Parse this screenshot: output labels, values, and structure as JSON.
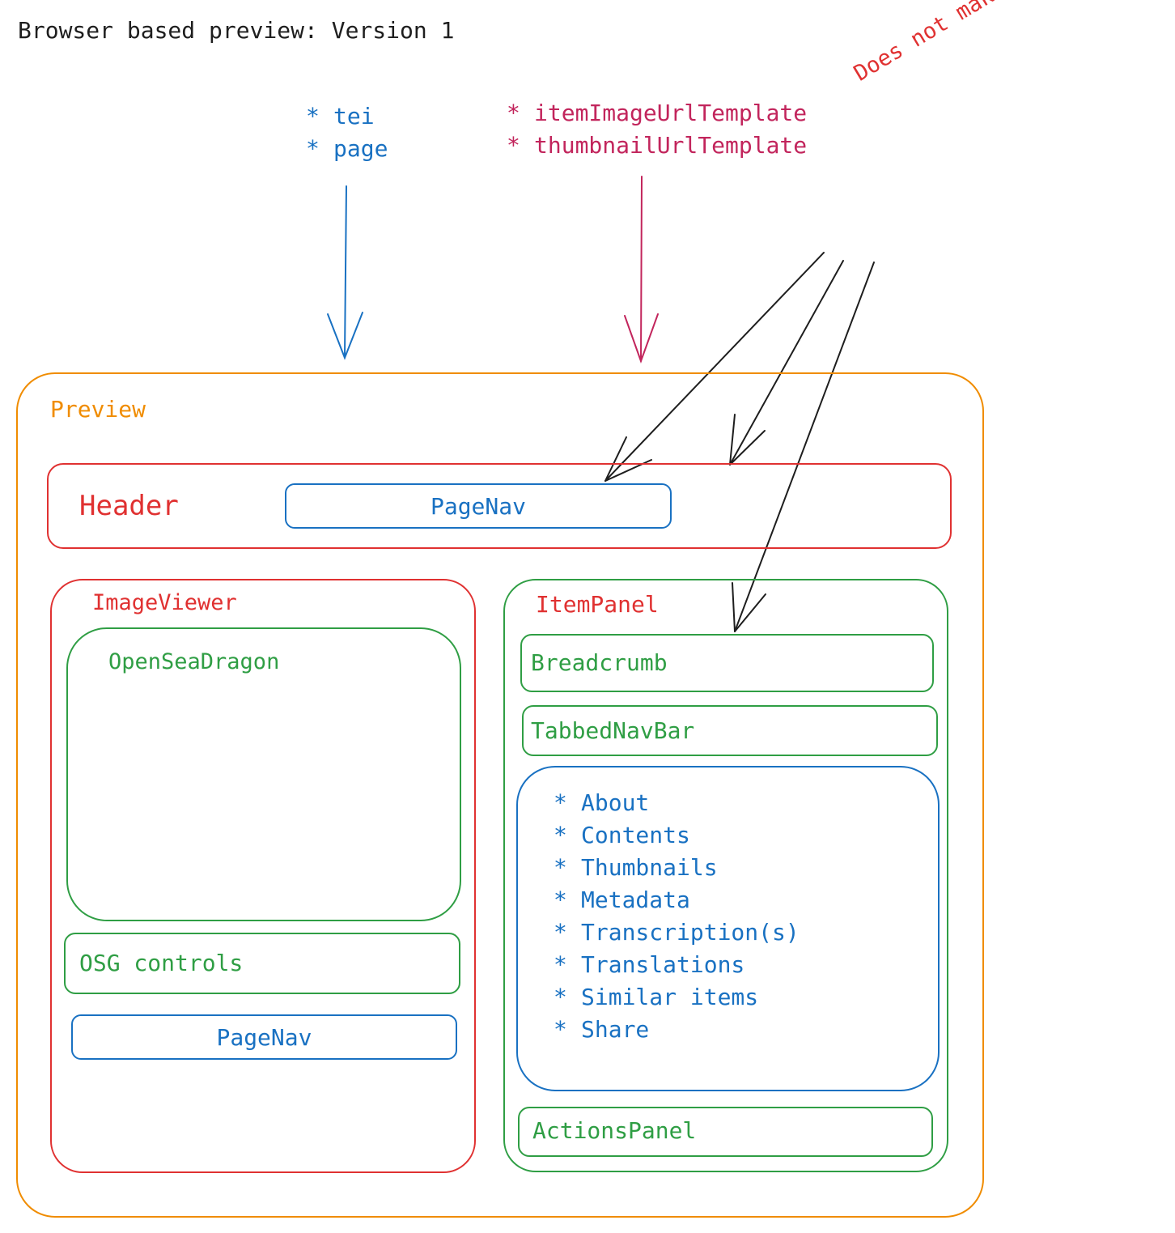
{
  "title": "Browser based preview: Version 1",
  "inputs_blue": [
    "tei",
    "page"
  ],
  "inputs_pink": [
    "itemImageUrlTemplate",
    "thumbnailUrlTemplate"
  ],
  "bullet_glyph": "*",
  "annotation": "Does not make sense here",
  "preview": {
    "label": "Preview",
    "header": {
      "label": "Header",
      "pagenav": "PageNav"
    },
    "image_viewer": {
      "label": "ImageViewer",
      "openseadragon": "OpenSeaDragon",
      "osg_controls": "OSG controls",
      "pagenav": "PageNav"
    },
    "item_panel": {
      "label": "ItemPanel",
      "breadcrumb": "Breadcrumb",
      "tabbed_nav_bar": "TabbedNavBar",
      "tabs": [
        "About",
        "Contents",
        "Thumbnails",
        "Metadata",
        "Transcription(s)",
        "Translations",
        "Similar items",
        "Share"
      ],
      "actions_panel": "ActionsPanel"
    }
  },
  "colors": {
    "blue": "#1971c2",
    "pink": "#c2255c",
    "red": "#e03131",
    "green": "#2f9e44",
    "orange": "#f08c00",
    "black": "#1e1e1e"
  }
}
